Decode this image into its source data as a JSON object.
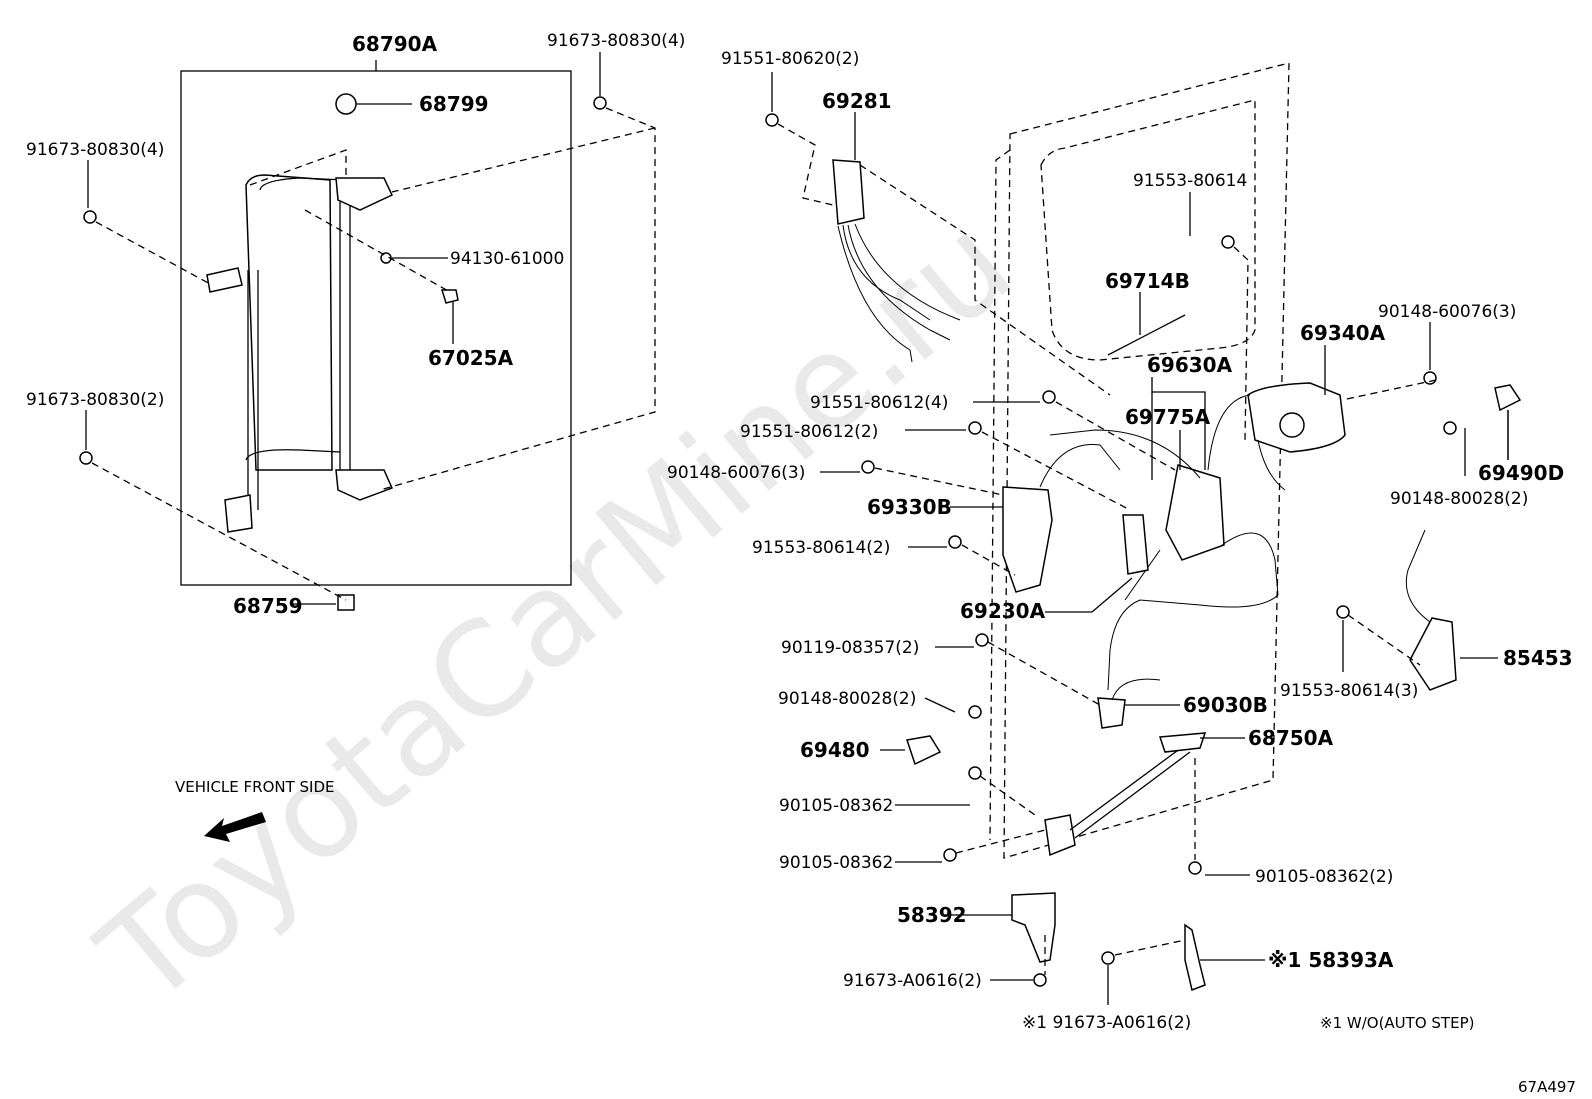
{
  "watermark": "ToyotaCarMine.ru",
  "diagram_code": "67A497",
  "vehicle_front_label": "VEHICLE FRONT SIDE",
  "footnote": "※1 W/O(AUTO STEP)",
  "parts": {
    "p68790A": "68790A",
    "p68799": "68799",
    "p94130_61000": "94130-61000",
    "p67025A": "67025A",
    "p68759": "68759",
    "p91673_80830_4_top": "91673-80830(4)",
    "p91673_80830_4_left": "91673-80830(4)",
    "p91673_80830_2": "91673-80830(2)",
    "p91551_80620_2": "91551-80620(2)",
    "p69281": "69281",
    "p91553_80614": "91553-80614",
    "p69714B": "69714B",
    "p69340A": "69340A",
    "p90148_60076_3_r": "90148-60076(3)",
    "p69630A": "69630A",
    "p91551_80612_4": "91551-80612(4)",
    "p69775A": "69775A",
    "p91551_80612_2": "91551-80612(2)",
    "p90148_60076_3_l": "90148-60076(3)",
    "p69490D": "69490D",
    "p90148_80028_2_r": "90148-80028(2)",
    "p69330B": "69330B",
    "p91553_80614_2": "91553-80614(2)",
    "p69230A": "69230A",
    "p90119_08357_2": "90119-08357(2)",
    "p85453": "85453",
    "p91553_80614_3": "91553-80614(3)",
    "p90148_80028_2_l": "90148-80028(2)",
    "p69030B": "69030B",
    "p69480": "69480",
    "p68750A": "68750A",
    "p90105_08362_a": "90105-08362",
    "p90105_08362_b": "90105-08362",
    "p90105_08362_2": "90105-08362(2)",
    "p58392": "58392",
    "p91673_A0616_2": "91673-A0616(2)",
    "p58393A": "※1 58393A",
    "p91673_A0616_2_x": "※1 91673-A0616(2)"
  }
}
